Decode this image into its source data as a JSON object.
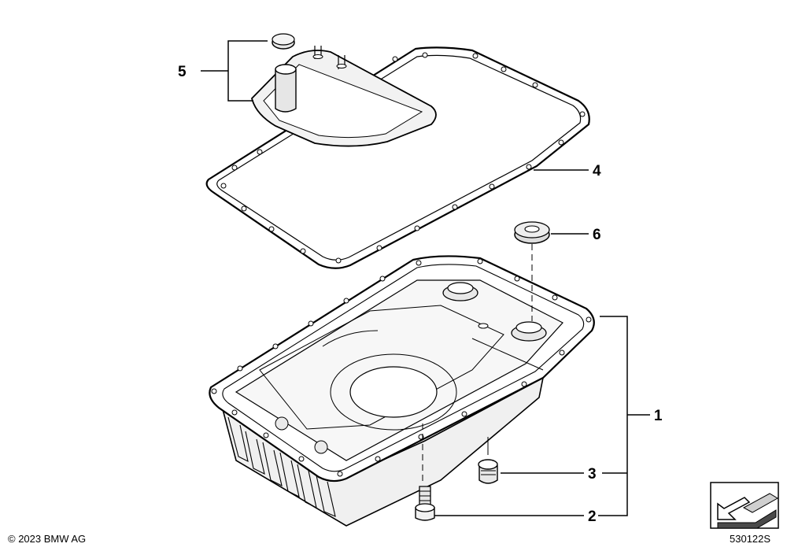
{
  "callouts": {
    "c1": "1",
    "c2": "2",
    "c3": "3",
    "c4": "4",
    "c5": "5",
    "c6": "6"
  },
  "footer": {
    "copyright": "© 2023 BMW AG",
    "diagram_id": "530122S"
  },
  "icons": {
    "direction": "arrow-direction-icon"
  }
}
